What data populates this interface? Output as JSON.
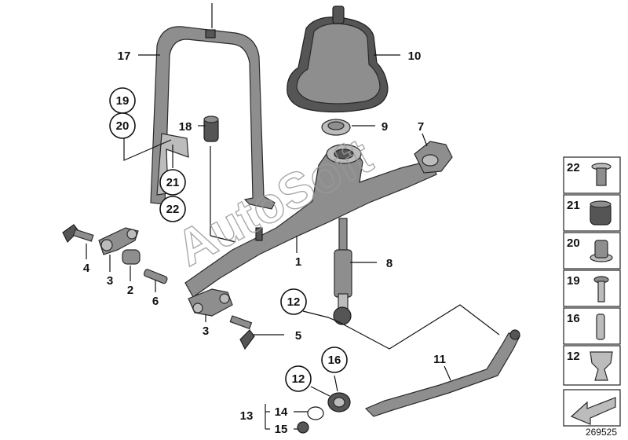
{
  "diagram": {
    "labels": {
      "l1": "1",
      "l2": "2",
      "l3a": "3",
      "l3b": "3",
      "l4": "4",
      "l5": "5",
      "l6": "6",
      "l7": "7",
      "l8": "8",
      "l9": "9",
      "l10": "10",
      "l11": "11",
      "l12a": "12",
      "l12b": "12",
      "l13": "13",
      "l14": "14",
      "l15": "15",
      "l16": "16",
      "l17": "17",
      "l18": "18",
      "l19": "19",
      "l20": "20",
      "l21": "21",
      "l22": "22"
    },
    "legend": [
      "22",
      "21",
      "20",
      "19",
      "16",
      "12"
    ],
    "watermark": "AutoSoft",
    "diagram_number": "269525"
  }
}
